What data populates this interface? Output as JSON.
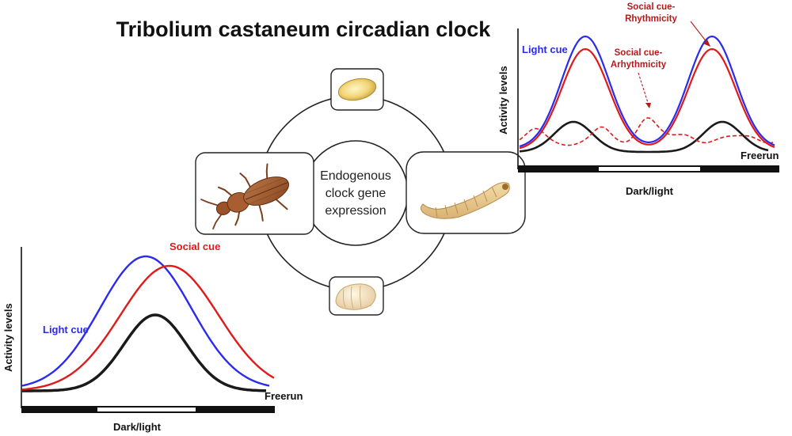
{
  "title": "Tribolium castaneum circadian clock",
  "center": {
    "lines": [
      "Endogenous",
      "clock gene",
      "expression"
    ]
  },
  "stages": {
    "egg": "egg-image",
    "larva": "larva-image",
    "pupa": "pupa-image",
    "adult": "adult-beetle-image"
  },
  "colors": {
    "light_cue": "#2b2bf0",
    "social_cue": "#e01919",
    "freerun": "#1a1a1a",
    "annotation": "#b31b1b"
  },
  "chart_data": [
    {
      "type": "line",
      "panel": "bottom-left",
      "xlabel": "Dark/light",
      "ylabel": "Activity levels",
      "series": [
        {
          "name": "Light cue",
          "shape": "single-peak",
          "peak_position": "light-phase-center"
        },
        {
          "name": "Social cue",
          "shape": "single-peak",
          "peak_position": "shifted-later"
        },
        {
          "name": "Freerun",
          "shape": "single-peak",
          "peak_position": "light-phase-center",
          "relative_amplitude": "lower"
        }
      ],
      "x_bar": [
        "dark",
        "light",
        "dark"
      ]
    },
    {
      "type": "line",
      "panel": "top-right",
      "xlabel": "Dark/light",
      "ylabel": "Activity levels",
      "series": [
        {
          "name": "Light cue",
          "shape": "two-peaks",
          "relative_amplitude": "highest"
        },
        {
          "name": "Social cue-Rhythmicity",
          "shape": "two-peaks",
          "relative_amplitude": "high"
        },
        {
          "name": "Social cue-Arhythmicity",
          "shape": "dashed-irregular",
          "relative_amplitude": "low"
        },
        {
          "name": "Freerun",
          "shape": "two-peaks",
          "relative_amplitude": "lowest"
        }
      ],
      "annotations": [
        "Social cue-\nRhythmicity",
        "Social cue-\nArhythmicity"
      ],
      "x_bar": [
        "dark",
        "light",
        "dark"
      ]
    }
  ],
  "left_chart": {
    "ylabel": "Activity levels",
    "xlabel": "Dark/light",
    "light_label": "Light cue",
    "social_label": "Social cue",
    "freerun_label": "Freerun"
  },
  "right_chart": {
    "ylabel": "Activity levels",
    "xlabel": "Dark/light",
    "light_label": "Light cue",
    "rhythm_label_1": "Social cue-",
    "rhythm_label_2": "Rhythmicity",
    "arhythm_label_1": "Social cue-",
    "arhythm_label_2": "Arhythmicity",
    "freerun_label": "Freerun"
  }
}
